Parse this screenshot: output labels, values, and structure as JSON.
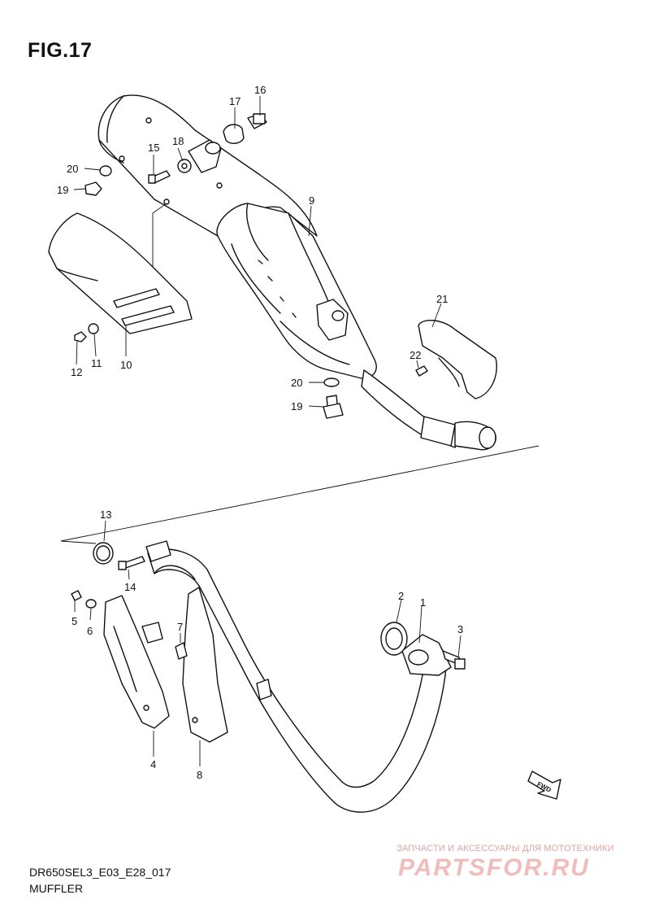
{
  "figure": {
    "title": "FIG.17",
    "code": "DR650SEL3_E03_E28_017",
    "name": "MUFFLER",
    "fwd_arrow_text": "FWD"
  },
  "part_callouts": [
    "1",
    "2",
    "3",
    "4",
    "5",
    "6",
    "7",
    "8",
    "9",
    "10",
    "11",
    "12",
    "13",
    "14",
    "15",
    "16",
    "17",
    "18",
    "19",
    "20",
    "21",
    "22"
  ],
  "watermark": {
    "tagline": "ЗАПЧАСТИ И АКСЕССУАРЫ ДЛЯ МОТОТЕХНИКИ",
    "logo_text": "PARTSFOR.RU"
  }
}
